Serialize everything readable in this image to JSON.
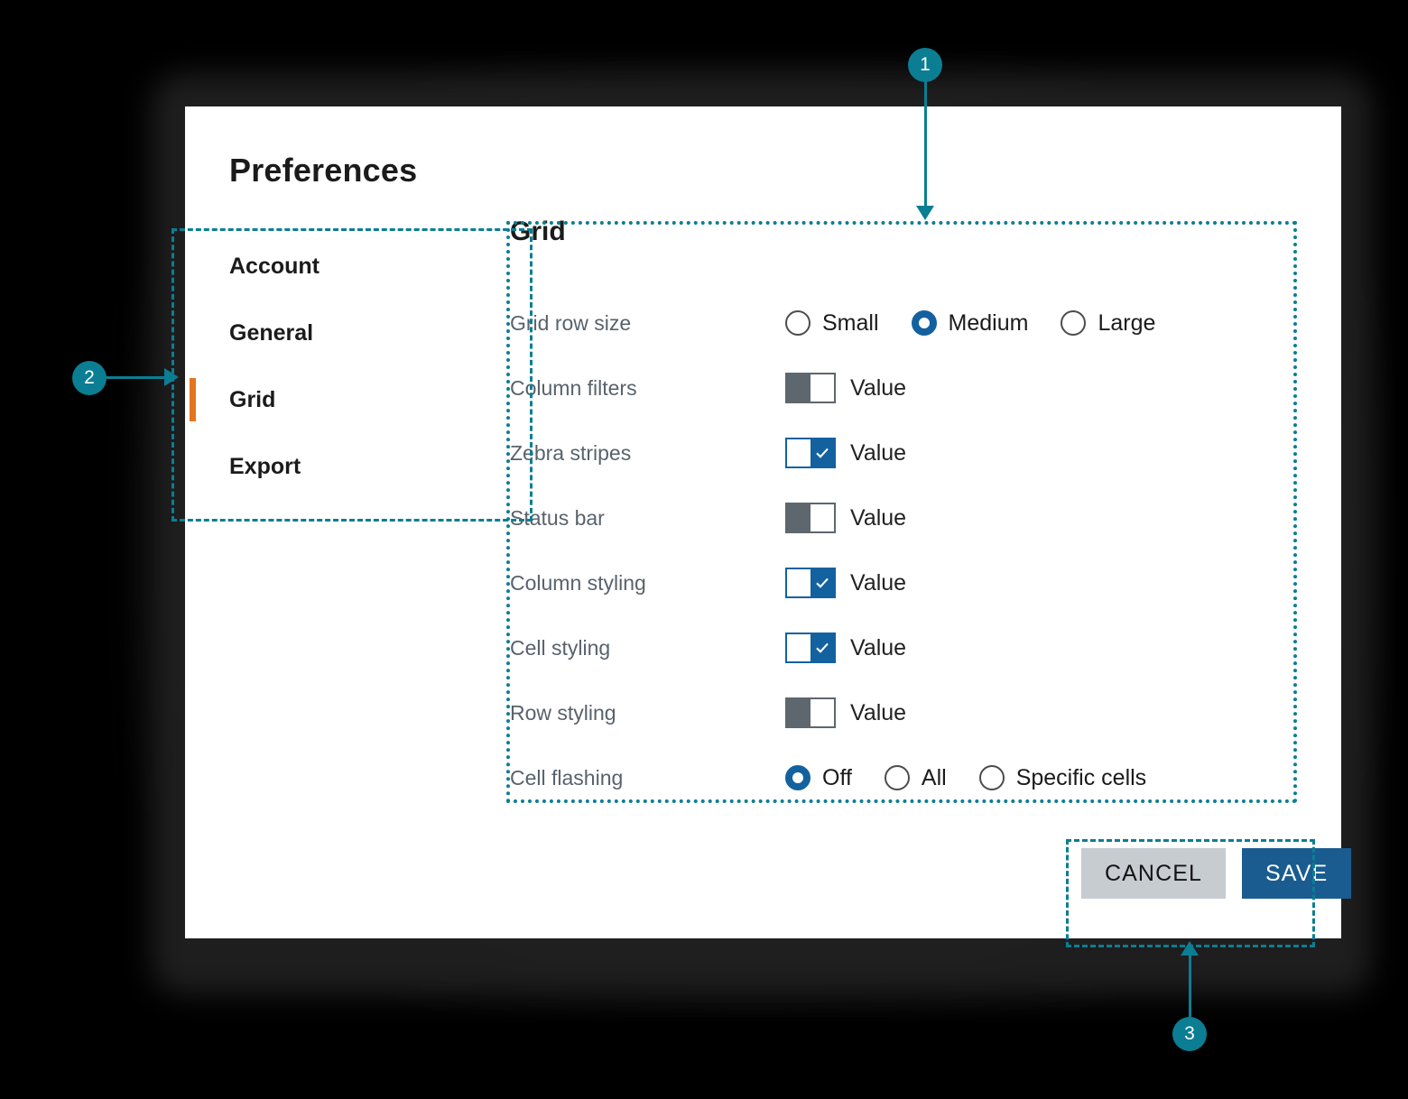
{
  "dialog": {
    "title": "Preferences"
  },
  "sidebar": {
    "items": [
      {
        "label": "Account",
        "active": false
      },
      {
        "label": "General",
        "active": false
      },
      {
        "label": "Grid",
        "active": true
      },
      {
        "label": "Export",
        "active": false
      }
    ],
    "active_indicator_color": "#e4751f"
  },
  "main": {
    "section_heading": "Grid",
    "rows": [
      {
        "label": "Grid row size",
        "control": "radio",
        "options": [
          "Small",
          "Medium",
          "Large"
        ],
        "selected": "Medium"
      },
      {
        "label": "Column filters",
        "control": "toggle",
        "state": "off",
        "value_label": "Value"
      },
      {
        "label": "Zebra stripes",
        "control": "toggle",
        "state": "on",
        "value_label": "Value"
      },
      {
        "label": "Status bar",
        "control": "toggle",
        "state": "off",
        "value_label": "Value"
      },
      {
        "label": "Column styling",
        "control": "toggle",
        "state": "on",
        "value_label": "Value"
      },
      {
        "label": "Cell styling",
        "control": "toggle",
        "state": "on",
        "value_label": "Value"
      },
      {
        "label": "Row styling",
        "control": "toggle",
        "state": "off",
        "value_label": "Value"
      },
      {
        "label": "Cell flashing",
        "control": "radio",
        "options": [
          "Off",
          "All",
          "Specific cells"
        ],
        "selected": "Off"
      }
    ]
  },
  "footer": {
    "cancel_label": "CANCEL",
    "save_label": "SAVE"
  },
  "annotations": {
    "accent_color": "#0b7e93",
    "markers": [
      {
        "number": "1",
        "target": "grid-settings-region"
      },
      {
        "number": "2",
        "target": "sidebar-nav-region"
      },
      {
        "number": "3",
        "target": "dialog-actions-region"
      }
    ]
  },
  "colors": {
    "accent_blue": "#1461a0",
    "save_blue": "#1a5c90",
    "cancel_gray": "#c7ccd1",
    "toggle_off_gray": "#5e666e",
    "label_gray": "#59626c",
    "annotation_teal": "#0b7e93",
    "active_orange": "#e4751f",
    "panel_bg": "#ffffff",
    "canvas_bg": "#000000"
  }
}
